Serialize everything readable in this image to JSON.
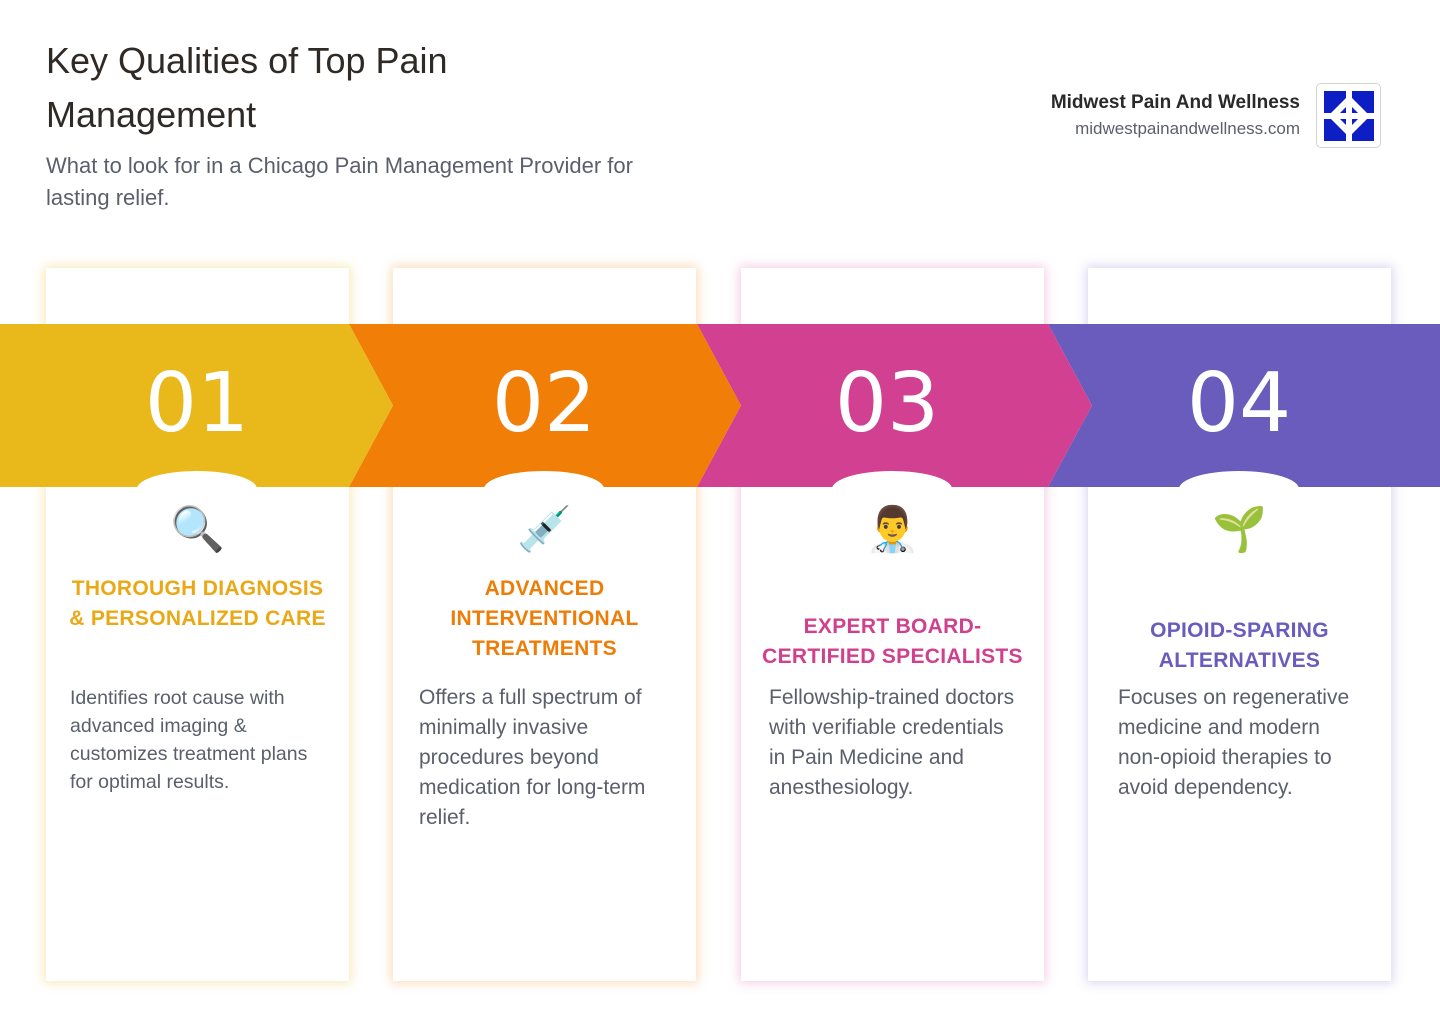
{
  "header": {
    "title": "Key Qualities of Top Pain Management",
    "subtitle": "What to look for in a Chicago Pain Management Provider for lasting relief."
  },
  "brand": {
    "name": "Midwest Pain And Wellness",
    "url": "midwestpainandwellness.com",
    "logo_color": "#0d1fc4"
  },
  "steps": [
    {
      "number": "01",
      "icon": "magnifying-glass-icon",
      "glyph": "🔍",
      "heading": "THOROUGH DIAGNOSIS & PERSONALIZED CARE",
      "description": "Identifies root cause with advanced imaging & customizes treatment plans for optimal results.",
      "color": "#e9b81a"
    },
    {
      "number": "02",
      "icon": "syringe-icon",
      "glyph": "💉",
      "heading": "ADVANCED INTERVENTIONAL TREATMENTS",
      "description": "Offers a full spectrum of minimally invasive procedures beyond medication for long-term relief.",
      "color": "#f07e07"
    },
    {
      "number": "03",
      "icon": "doctor-icon",
      "glyph": "👨‍⚕️",
      "heading": "EXPERT BOARD-CERTIFIED SPECIALISTS",
      "description": "Fellowship-trained doctors with verifiable credentials in Pain Medicine and anesthesiology.",
      "color": "#d24092"
    },
    {
      "number": "04",
      "icon": "seedling-icon",
      "glyph": "🌱",
      "heading": "OPIOID-SPARING ALTERNATIVES",
      "description": "Focuses on regenerative medicine and modern non-opioid therapies to avoid dependency.",
      "color": "#6a5cbc"
    }
  ]
}
